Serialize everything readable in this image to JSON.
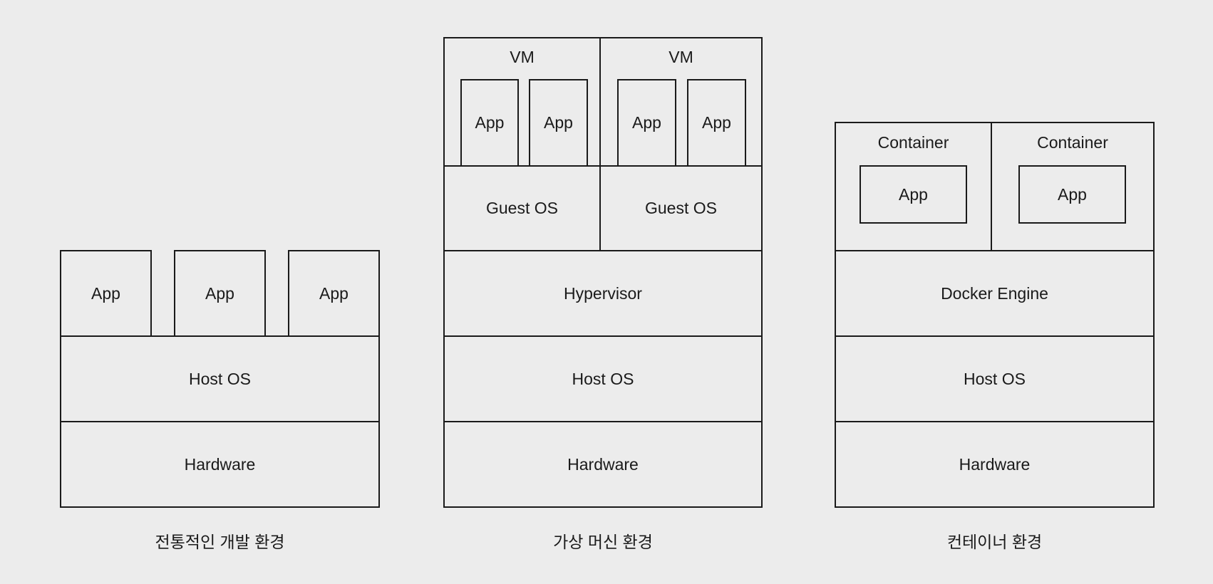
{
  "canvas": {
    "background_color": "#ececec",
    "line_color": "#1a1a1a",
    "text_color": "#1a1a1a"
  },
  "panels": {
    "traditional": {
      "caption": "전통적인 개발 환경",
      "apps": [
        "App",
        "App",
        "App"
      ],
      "host_os": "Host OS",
      "hardware": "Hardware"
    },
    "vm": {
      "caption": "가상 머신 환경",
      "vms": [
        {
          "label": "VM",
          "apps": [
            "App",
            "App"
          ],
          "guest_os": "Guest OS"
        },
        {
          "label": "VM",
          "apps": [
            "App",
            "App"
          ],
          "guest_os": "Guest OS"
        }
      ],
      "hypervisor": "Hypervisor",
      "host_os": "Host OS",
      "hardware": "Hardware"
    },
    "container": {
      "caption": "컨테이너 환경",
      "containers": [
        {
          "label": "Container",
          "app": "App"
        },
        {
          "label": "Container",
          "app": "App"
        }
      ],
      "docker_engine": "Docker Engine",
      "host_os": "Host OS",
      "hardware": "Hardware"
    }
  }
}
